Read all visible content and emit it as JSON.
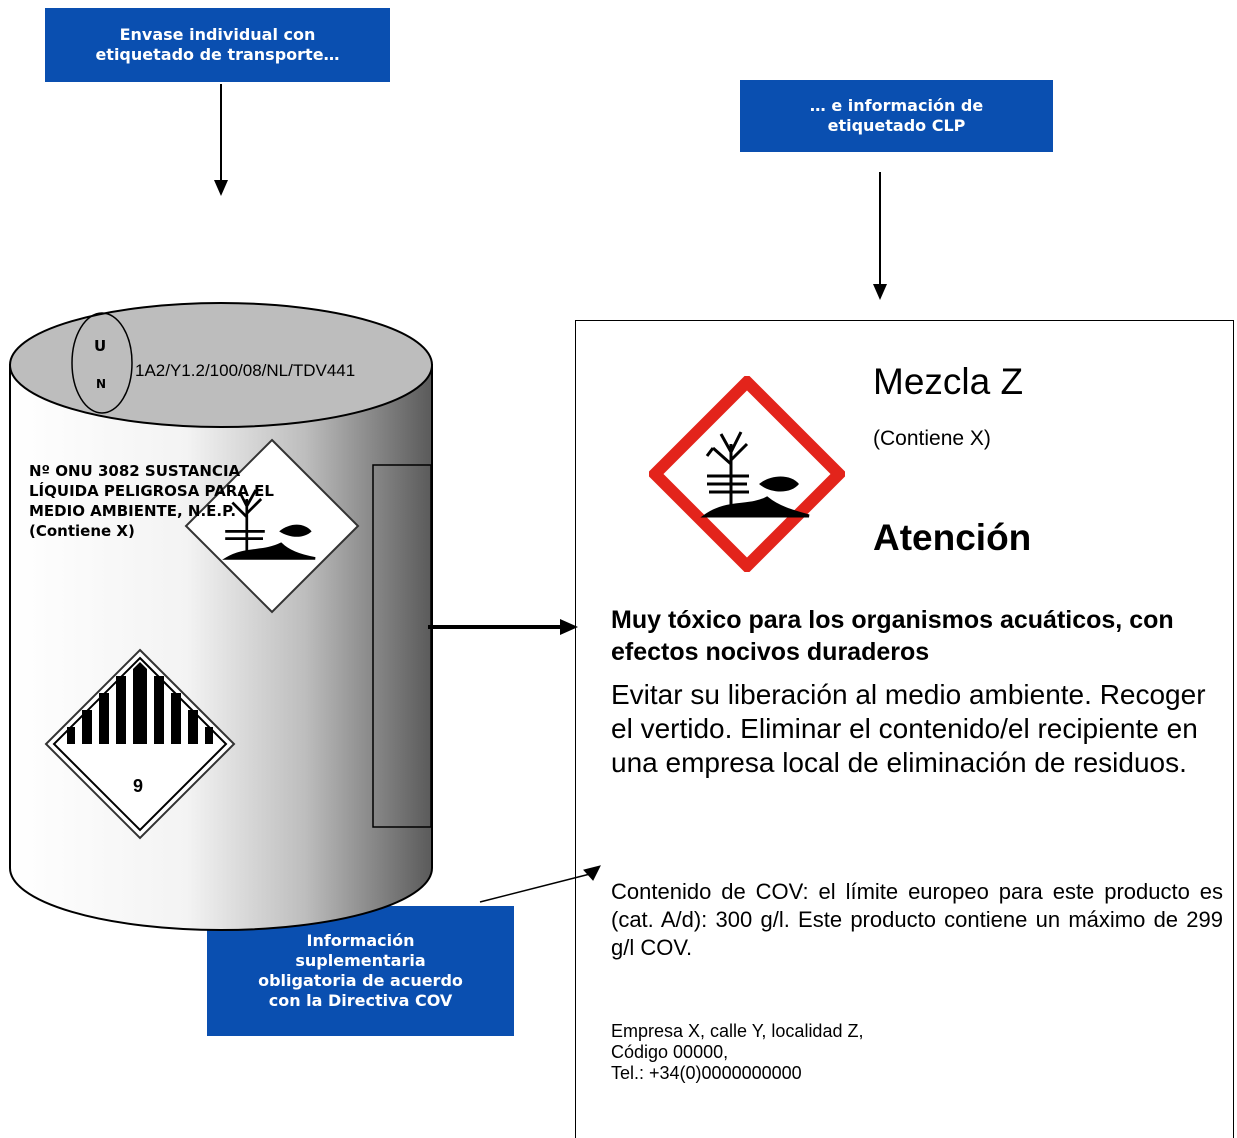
{
  "callouts": {
    "transport": "Envase individual con\netiquetado de transporte…",
    "clp": "… e información de\netiquetado CLP",
    "voc": "Información\nsuplementaria\nobligatoria de acuerdo\ncon la Directiva COV"
  },
  "drum": {
    "un_letter_top": "U",
    "un_letter_bottom": "N",
    "packaging_code": "1A2/Y1.2/100/08/NL/TDV441",
    "transport_lines": [
      "Nº ONU 3082 SUSTANCIA",
      "LÍQUIDA PELIGROSA PARA EL",
      "MEDIO AMBIENTE, N.E.P.",
      "(Contiene X)"
    ],
    "class9_number": "9"
  },
  "label": {
    "product_name": "Mezcla Z",
    "contains": "(Contiene X)",
    "signal_word": "Atención",
    "hazard_statement": "Muy tóxico para los organismos acuáticos, con efectos nocivos duraderos",
    "precautionary": "Evitar su liberación al medio ambiente. Recoger el vertido. Eliminar el contenido/el recipiente en una empresa local de eliminación de residuos.",
    "voc_info": "Contenido de COV: el límite europeo para este producto es (cat. A/d): 300 g/l. Este producto contiene un máximo de 299 g/l COV.",
    "supplier_lines": [
      "Empresa X, calle Y, localidad Z,",
      "Código 00000,",
      "Tel.: +34(0)0000000000"
    ]
  },
  "colors": {
    "callout_blue": "#0a4fb0",
    "ghs_red": "#e3241b",
    "drum_lid": "#bdbdbd"
  },
  "icons": [
    "ghs-environment-pictogram",
    "adr-environment-mark",
    "adr-class9-label"
  ]
}
